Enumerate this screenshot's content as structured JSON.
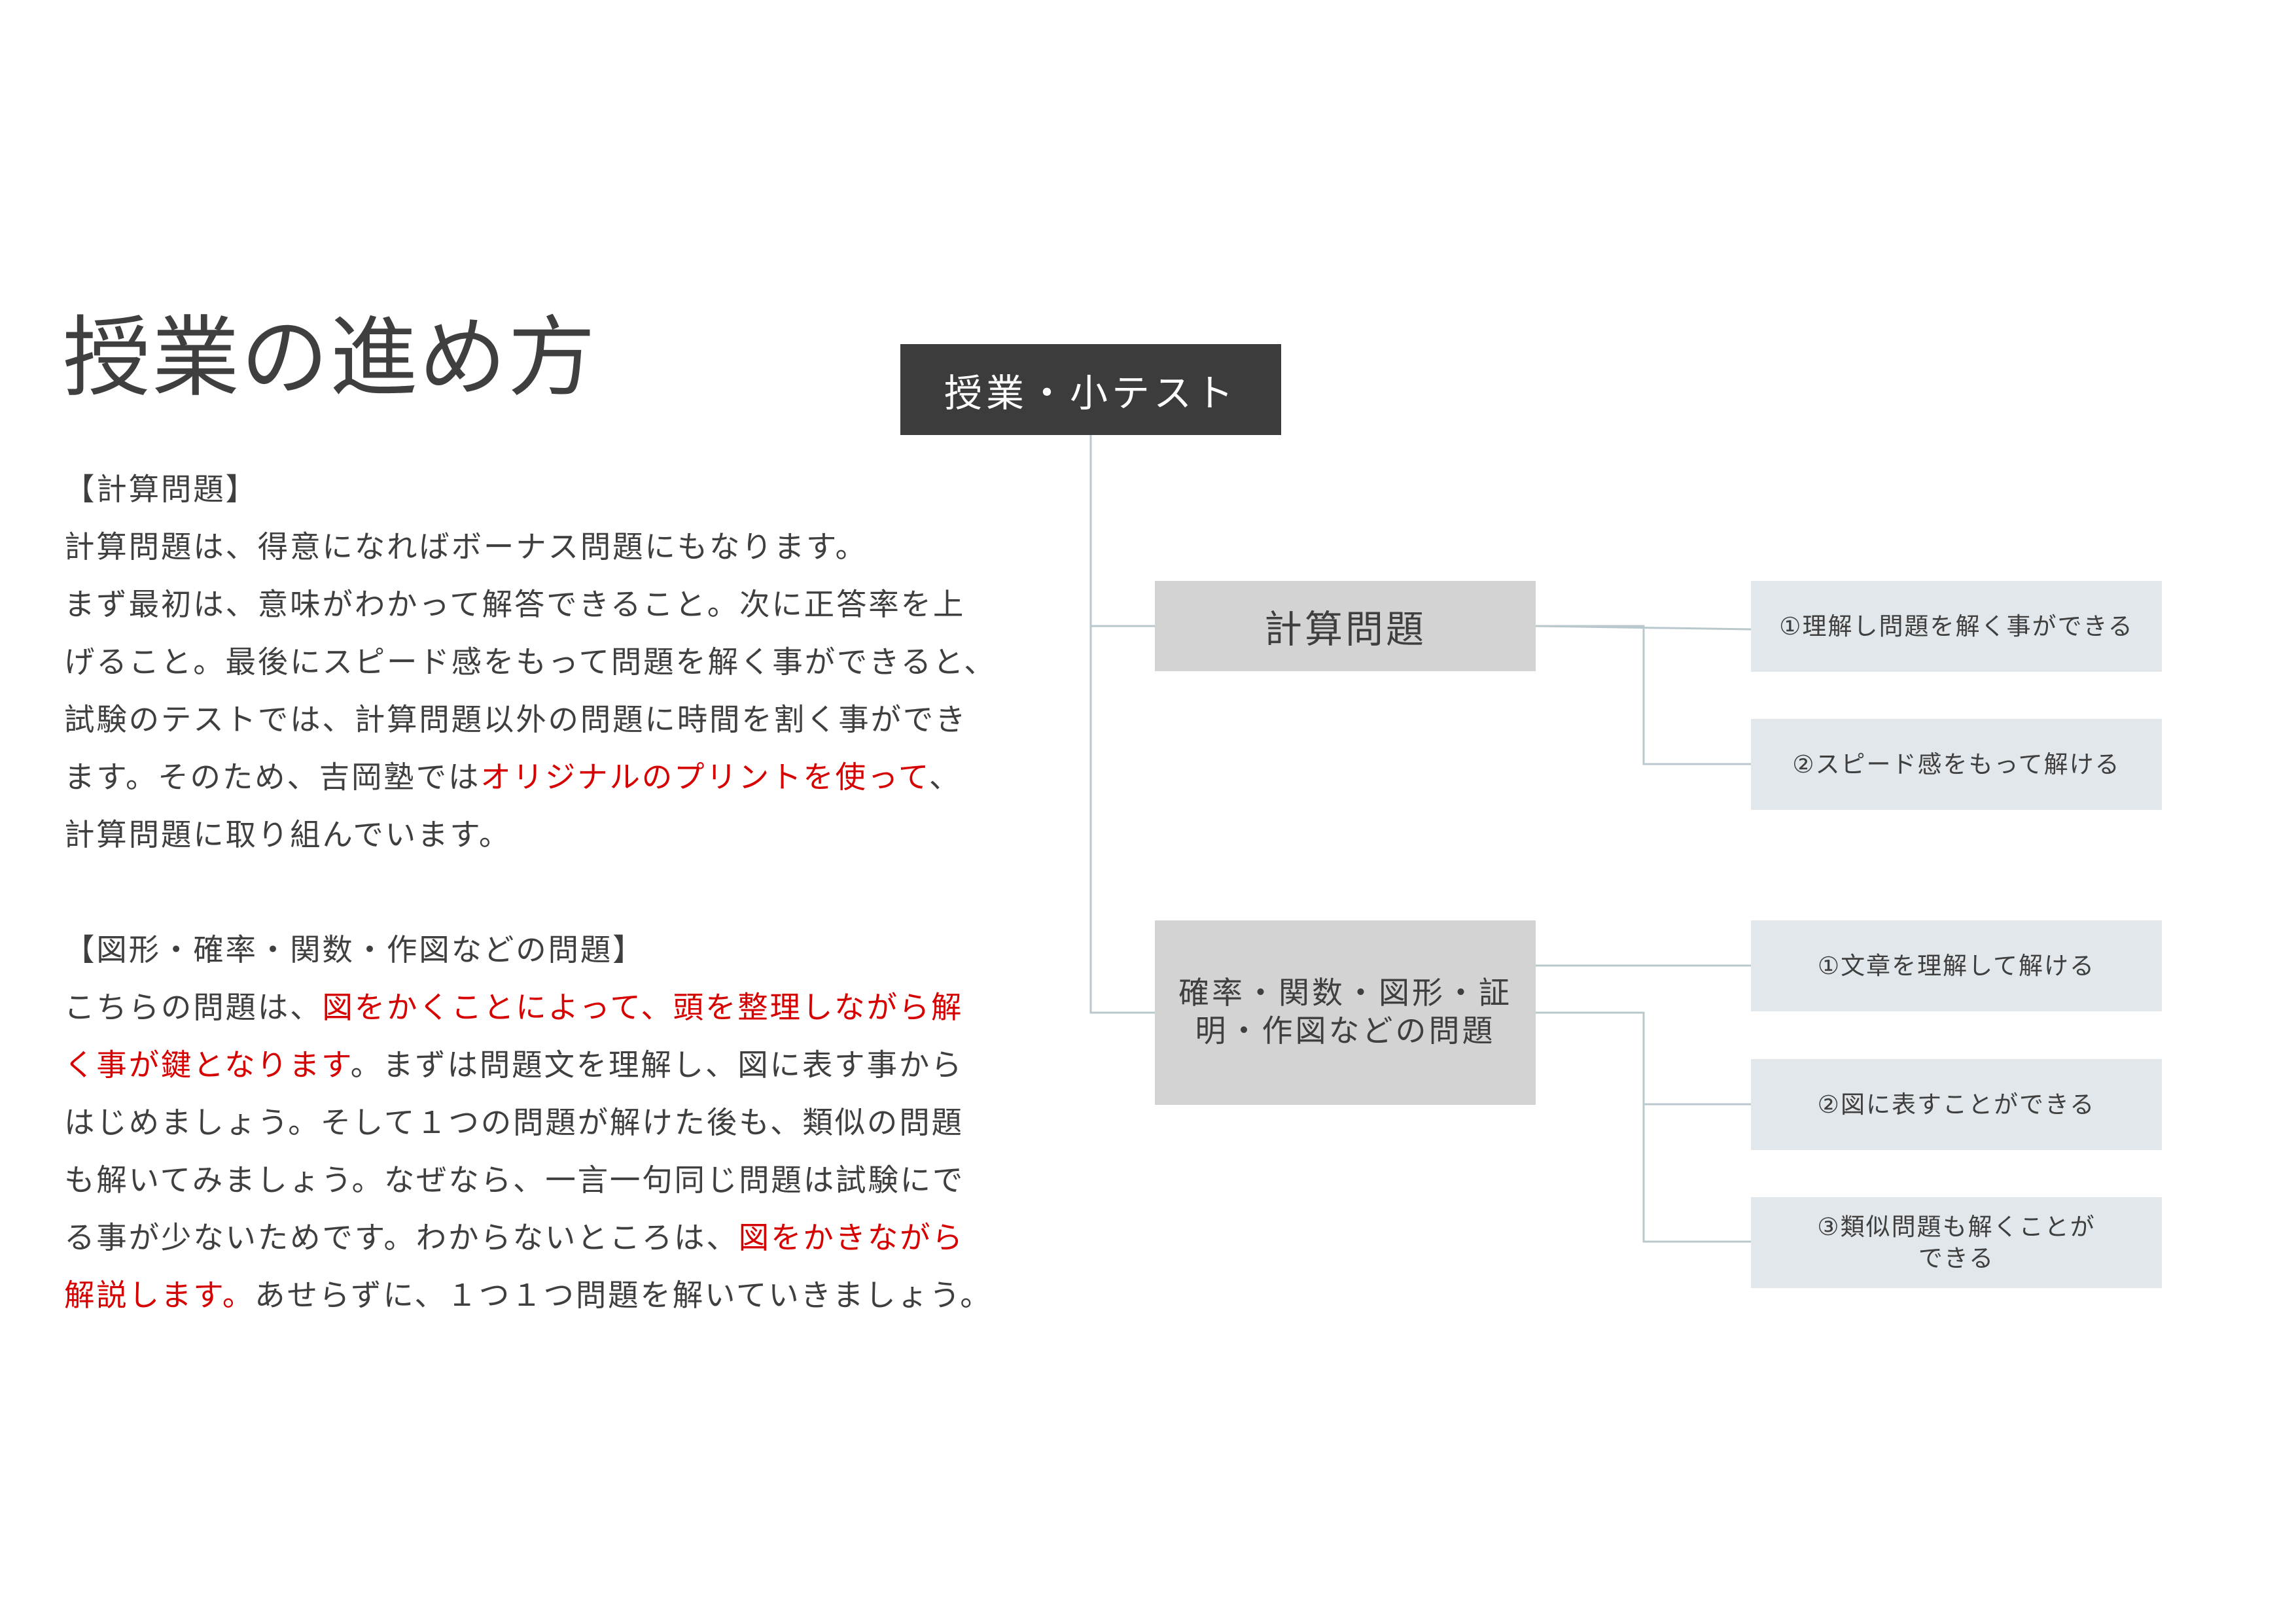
{
  "title": "授業の進め方",
  "section1": {
    "heading": "【計算問題】",
    "lines": [
      [
        "計算問題は、得意になればボーナス問題にもなります。"
      ],
      [
        "まず最初は、意味がわかって解答できること。次に正答率を上"
      ],
      [
        "げること。最後にスピード感をもって問題を解く事ができると、"
      ],
      [
        "試験のテストでは、計算問題以外の問題に時間を割く事ができ"
      ],
      [
        "ます。そのため、吉岡塾では",
        "オリジナルのプリントを使って",
        "、"
      ],
      [
        "計算問題に取り組んでいます。"
      ]
    ]
  },
  "section2": {
    "heading": "【図形・確率・関数・作図などの問題】",
    "lines": [
      [
        "こちらの問題は、",
        "図をかくことによって、頭を整理しながら解"
      ],
      [
        "く事が鍵となります",
        "。まずは問題文を理解し、図に表す事から"
      ],
      [
        "はじめましょう。そして１つの問題が解けた後も、類似の問題"
      ],
      [
        "も解いてみましょう。なぜなら、一言一句同じ問題は試験にで"
      ],
      [
        "る事が少ないためです。わからないところは、",
        "図をかきながら"
      ],
      [
        "解説します。",
        "あせらずに、１つ１つ問題を解いていきましょう。"
      ]
    ]
  },
  "diagram": {
    "root": "授業・小テスト",
    "branch1": {
      "label": "計算問題",
      "leaves": [
        "①理解し問題を解く事ができる",
        "②スピード感をもって解ける"
      ]
    },
    "branch2": {
      "label_line1": "確率・関数・図形・証",
      "label_line2": "明・作図などの問題",
      "leaves": [
        "①文章を理解して解ける",
        "②図に表すことができる"
      ],
      "leaf3_line1": "③類似問題も解くことが",
      "leaf3_line2": "できる"
    }
  },
  "colors": {
    "text": "#3f3f3f",
    "accent_red": "#d60000",
    "root_box": "#3c3c3c",
    "branch_box": "#d3d3d3",
    "leaf_box": "#e1e7ea",
    "connector": "#b9c8cc"
  }
}
